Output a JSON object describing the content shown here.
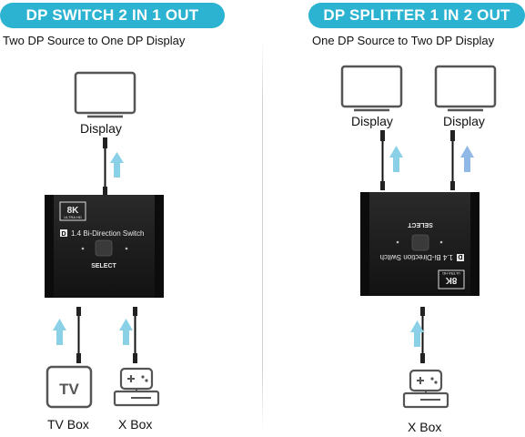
{
  "left_panel": {
    "title": "DP SWITCH 2 IN 1 OUT",
    "subtitle": "Two DP Source to One DP Display",
    "display_label": "Display",
    "sources": [
      {
        "label": "TV Box",
        "icon": "tv-icon",
        "icon_text": "TV"
      },
      {
        "label": "X Box",
        "icon": "game-console-icon"
      }
    ],
    "device": {
      "badge_main": "8K",
      "badge_sub": "ULTRA HD",
      "dp_mark": "D",
      "model_text": "1.4 Bi-Direction Switch",
      "button_label": "SELECT"
    }
  },
  "right_panel": {
    "title": "DP SPLITTER 1 IN 2 OUT",
    "subtitle": "One DP Source to Two DP Display",
    "displays": [
      {
        "label": "Display"
      },
      {
        "label": "Display"
      }
    ],
    "source": {
      "label": "X Box",
      "icon": "game-console-icon"
    },
    "device": {
      "badge_main": "8K",
      "badge_sub": "ULTRA HD",
      "dp_mark": "D",
      "model_text": "1.4 Bi-Direction Switch",
      "button_label": "SELECT"
    }
  },
  "colors": {
    "banner": "#2bb3d1",
    "arrow": "#8ad0e6",
    "device_body": "#1c1c1c",
    "icon_stroke": "#555555"
  }
}
